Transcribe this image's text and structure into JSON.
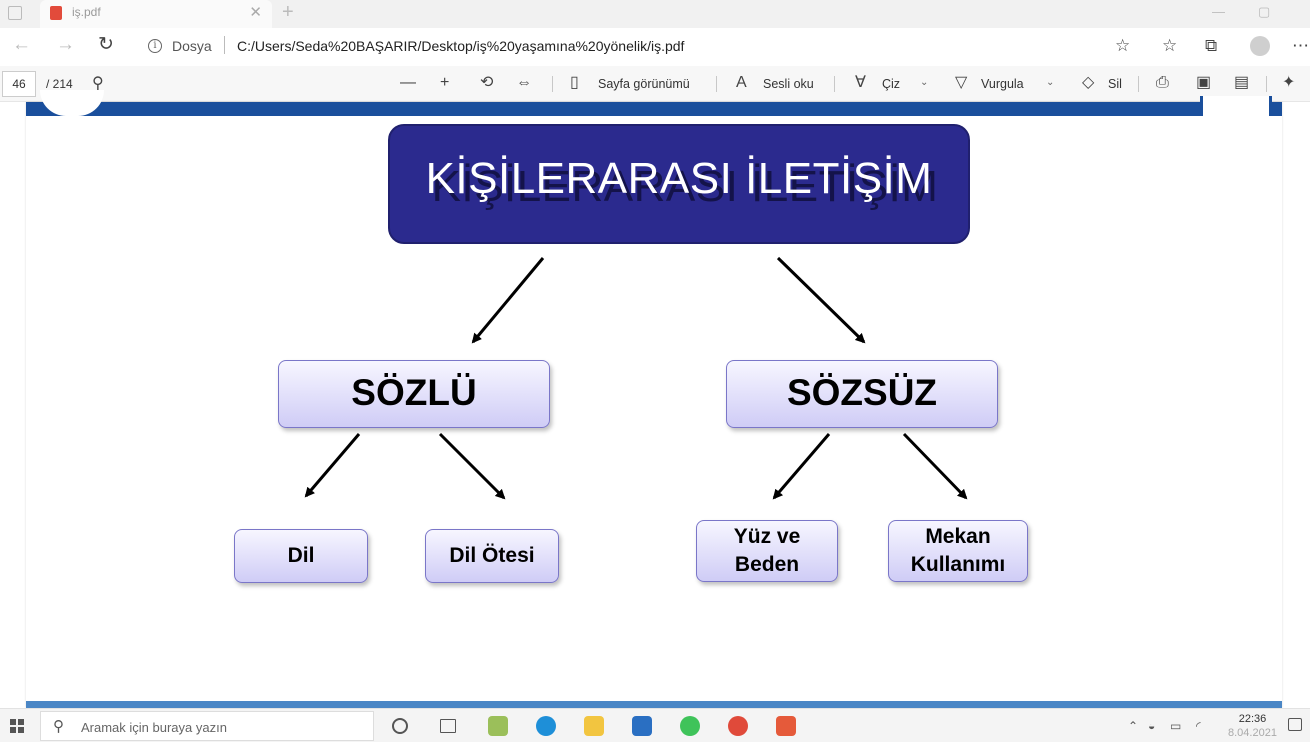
{
  "browser": {
    "tab": {
      "title": "iş.pdf",
      "icon": "pdf-file-icon"
    },
    "address": {
      "scheme_label": "Dosya",
      "url": "C:/Users/Seda%20BAŞARIR/Desktop/iş%20yaşamına%20yönelik/iş.pdf"
    }
  },
  "pdf_toolbar": {
    "page_current": "46",
    "page_total": "/ 214",
    "page_view_label": "Sayfa görünümü",
    "read_aloud_label": "Sesli oku",
    "draw_label": "Çiz",
    "highlight_label": "Vurgula",
    "erase_label": "Sil"
  },
  "diagram": {
    "title": "KİŞİLERARASI İLETİŞİM",
    "colors": {
      "title_fill": "#2b2a8e",
      "node_fill": "#d9d7f7",
      "band": "#1a4f9c"
    },
    "branches": [
      {
        "label": "SÖZLÜ",
        "children": [
          {
            "line1": "Dil",
            "line2": ""
          },
          {
            "line1": "Dil Ötesi",
            "line2": ""
          }
        ]
      },
      {
        "label": "SÖZSÜZ",
        "children": [
          {
            "line1": "Yüz ve",
            "line2": "Beden"
          },
          {
            "line1": "Mekan",
            "line2": "Kullanımı"
          }
        ]
      }
    ]
  },
  "taskbar": {
    "search_placeholder": "Aramak için buraya yazın",
    "time": "22:36",
    "date": "8.04.2021"
  }
}
